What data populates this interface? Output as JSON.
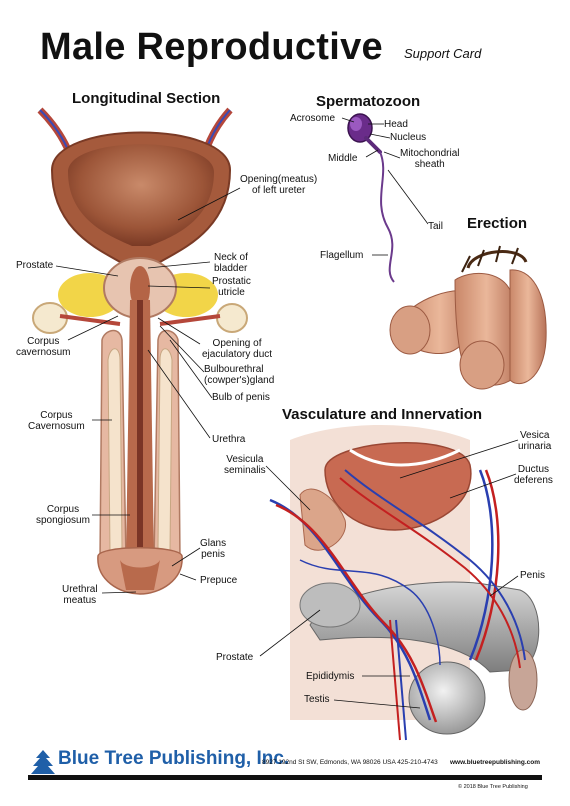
{
  "title": "Male Reproductive",
  "subtitle": "Support Card",
  "sections": {
    "longitudinal": "Longitudinal Section",
    "spermatozoon": "Spermatozoon",
    "erection": "Erection",
    "vasculature": "Vasculature and Innervation"
  },
  "labels": {
    "opening_meatus": "Opening(meatus)\nof left ureter",
    "prostate_left": "Prostate",
    "neck_bladder": "Neck of\nbladder",
    "prostatic_utricle": "Prostatic\nutricle",
    "corpus_cavernosum_small": "Corpus\ncavernosum",
    "opening_ejaculatory": "Opening of\nejaculatory duct",
    "bulbourethral": "Bulbourethral\n(cowper's)gland",
    "bulb_penis": "Bulb of penis",
    "corpus_cavernosum": "Corpus\nCavernosum",
    "urethra": "Urethra",
    "corpus_spongiosum": "Corpus\nspongiosum",
    "glans_penis": "Glans\npenis",
    "prepuce": "Prepuce",
    "urethral_meatus": "Urethral\nmeatus",
    "acrosome": "Acrosome",
    "head": "Head",
    "nucleus": "Nucleus",
    "middle": "Middle",
    "mitochondrial_sheath": "Mitochondrial\nsheath",
    "tail": "Tail",
    "flagellum": "Flagellum",
    "vesicula_seminalis": "Vesicula\nseminalis",
    "vesica_urinaria": "Vesica\nurinaria",
    "ductus_deferens": "Ductus\ndeferens",
    "penis": "Penis",
    "prostate_right": "Prostate",
    "epididymis": "Epididymis",
    "testis": "Testis"
  },
  "footer": {
    "publisher": "Blue Tree Publishing, Inc.",
    "address": "8927 192nd St SW, Edmonds, WA 98026 USA 425-210-4743",
    "website": "www.bluetreepublishing.com",
    "copyright": "© 2018 Blue Tree Publishing"
  },
  "colors": {
    "publisher_blue": "#1f5fa8",
    "tissue": "#b8664a",
    "vein_blue": "#2a3fb0",
    "artery_red": "#c42020"
  }
}
